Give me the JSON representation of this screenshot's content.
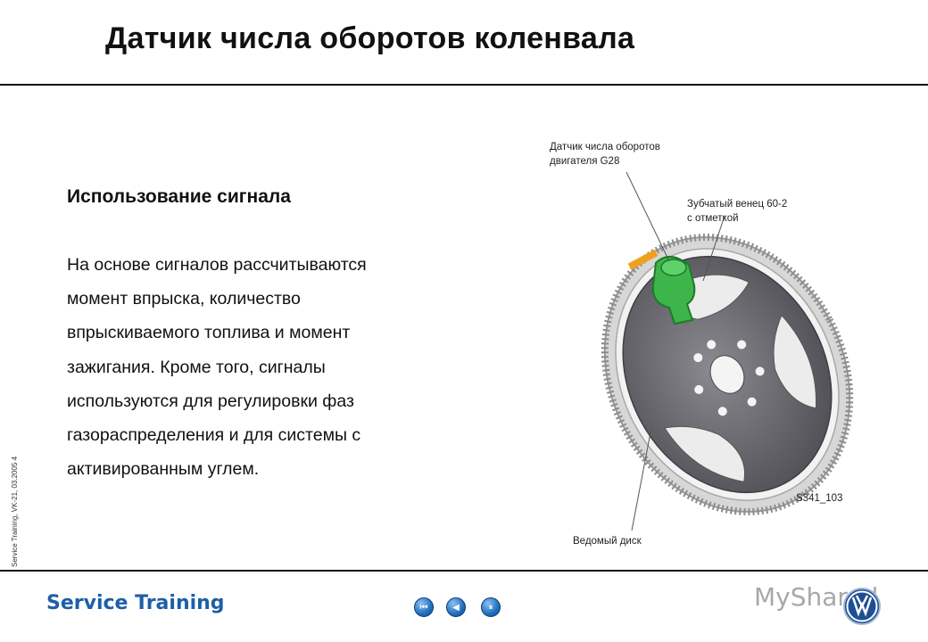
{
  "header": {
    "title": "Датчик числа оборотов коленвала"
  },
  "main": {
    "subtitle": "Использование сигнала",
    "paragraph_lines": [
      "На основе сигналов рассчитываются",
      "момент впрыска, количество",
      "впрыскиваемого топлива и момент",
      "зажигания. Кроме того, сигналы",
      "используются для регулировки фаз",
      "газораспределения  и для системы с",
      "активированным углем."
    ]
  },
  "sidebar": {
    "vertical_note": "Service Training, VK-21, 03.2005     4"
  },
  "figure": {
    "label_sensor_line1": "Датчик числа оборотов",
    "label_sensor_line2": "двигателя G28",
    "label_ring_line1": "Зубчатый венец 60-2",
    "label_ring_line2": "с отметкой",
    "label_disk": "Ведомый диск",
    "label_code": "S341_103",
    "colors": {
      "sensor": "#3db54a",
      "mark": "#f0a020",
      "disk": "#6f6f74",
      "ring": "#c9c9c9"
    }
  },
  "footer": {
    "brand": "Service Training",
    "nav_buttons": [
      {
        "name": "nav-first-button",
        "glyph": "⏮"
      },
      {
        "name": "nav-back-button",
        "glyph": "◀"
      },
      {
        "name": "nav-pause-button",
        "glyph": "⏸"
      }
    ],
    "watermark": "MyShared",
    "brand_color": "#1e5ea8"
  }
}
